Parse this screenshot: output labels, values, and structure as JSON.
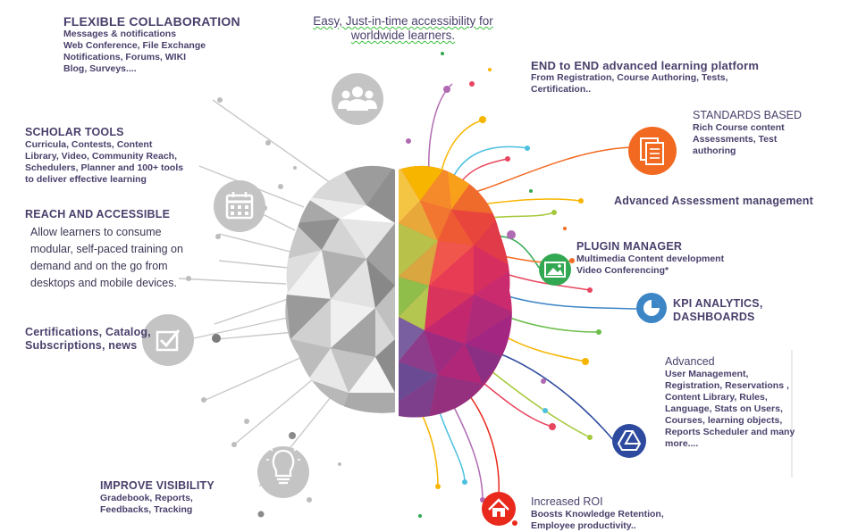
{
  "top_caption": {
    "line1": "Easy, Just-in-time accessibility for",
    "line2": "worldwide learners."
  },
  "left": {
    "flexible_collaboration": {
      "title": "FLEXIBLE COLLABORATION",
      "lines": [
        "Messages & notifications",
        "Web Conference, File Exchange",
        "Notifications, Forums, WIKI",
        "Blog, Surveys...."
      ]
    },
    "scholar_tools": {
      "title": "SCHOLAR TOOLS",
      "lines": [
        "Curricula, Contests, Content",
        "Library, Video, Community Reach,",
        "Schedulers, Planner and 100+ tools",
        "to deliver effective learning"
      ]
    },
    "reach_accessible": {
      "title": "REACH AND ACCESSIBLE",
      "lines": [
        "Allow learners to consume",
        "modular, self-paced training on",
        "demand and on the go from",
        "desktops and mobile devices."
      ]
    },
    "certifications": {
      "lines": [
        "Certifications, Catalog,",
        "Subscriptions, news"
      ]
    },
    "improve_visibility": {
      "title": "IMPROVE VISIBILITY",
      "lines": [
        "Gradebook, Reports,",
        "Feedbacks, Tracking"
      ]
    }
  },
  "right": {
    "end_to_end": {
      "title": "END to END advanced learning platform",
      "lines": [
        "From Registration, Course Authoring, Tests,",
        "Certification.."
      ]
    },
    "standards": {
      "title": "STANDARDS BASED",
      "lines": [
        "Rich Course content",
        "Assessments, Test",
        "authoring"
      ]
    },
    "assessment": {
      "title": "Advanced Assessment management"
    },
    "plugin": {
      "title": "PLUGIN MANAGER",
      "lines": [
        "Multimedia Content development",
        "Video Conferencing*"
      ]
    },
    "kpi": {
      "lines": [
        "KPI ANALYTICS,",
        "DASHBOARDS"
      ]
    },
    "advanced": {
      "title": "Advanced",
      "lines": [
        "User Management,",
        "Registration, Reservations ,",
        "Content Library, Rules,",
        "Language, Stats on Users,",
        "Courses, learning objects,",
        "Reports Scheduler and many",
        "more...."
      ]
    },
    "roi": {
      "title": "Increased ROI",
      "lines": [
        "Boosts Knowledge Retention,",
        "Employee productivity.."
      ]
    }
  },
  "icons": {
    "left": [
      "users-icon",
      "calendar-icon",
      "checkbox-icon",
      "lightbulb-icon"
    ],
    "right": [
      "document-icon",
      "image-icon",
      "pie-chart-icon",
      "drive-icon",
      "home-icon"
    ]
  },
  "colors": {
    "text": "#4a3f6b",
    "gray_icon": "#c4c4c4",
    "orange_icon": "#f26a21",
    "green_icon": "#33a852",
    "blue_icon": "#3d86c6",
    "navy_icon": "#2d4a9e",
    "red_icon": "#e8291c"
  }
}
